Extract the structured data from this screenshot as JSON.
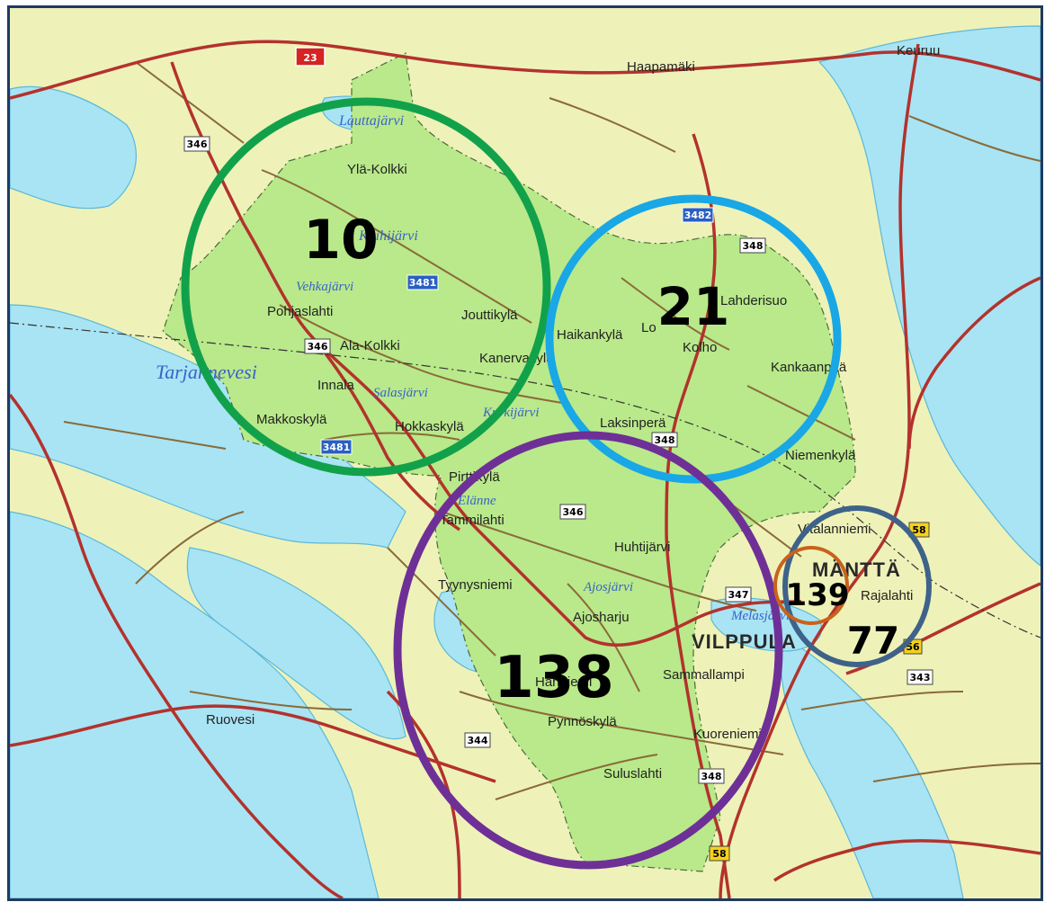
{
  "places": {
    "keuruu": "Keuruu",
    "haapamaki": "Haapamäki",
    "yla_kolkki": "Ylä-Kolkki",
    "pohjaslahti": "Pohjaslahti",
    "jouttikyla": "Jouttikylä",
    "ala_kolkki": "Ala-Kolkki",
    "innala": "Innala",
    "makkoskyla": "Makkoskylä",
    "hokkaskyla": "Hokkaskylä",
    "kanervakyla": "Kanervakylä",
    "haikankyla": "Haikankylä",
    "kolho": "Kolho",
    "lo": "Lo",
    "lahderisuo": "Lahderisuo",
    "kankaanpaa": "Kankaanpää",
    "laksinpera": "Laksinperä",
    "niemenkyla": "Niemenkylä",
    "pirttikyla": "Pirttikylä",
    "tammilahti": "Tammilahti",
    "huhtijarvi": "Huhtijärvi",
    "tyynysniemi": "Tyynysniemi",
    "ajosharju": "Ajosharju",
    "vilppula": "VILPPULA",
    "vitalanniemi": "Vitalanniemi",
    "mantta": "MÄNTTÄ",
    "rajalahti": "Rajalahti",
    "hanniemi": "Hanniemi",
    "sammallampi": "Sammallampi",
    "pynnoskyla": "Pynnöskylä",
    "kuoreniemi": "Kuoreniemi",
    "suluslahti": "Suluslahti",
    "ruovesi": "Ruovesi"
  },
  "lakes": {
    "lauttajarvi": "Lauttajärvi",
    "kaihijarvi": "Kaihijärvi",
    "vehkajarvi": "Vehkajärvi",
    "tarjannevesi": "Tarjannevesi",
    "salasjarvi": "Salasjärvi",
    "kurkijarvi": "Kurkijärvi",
    "elanne": "Elänne",
    "ajosjarvi": "Ajosjärvi",
    "melasjarvi": "Melasjärvi"
  },
  "road_shields": {
    "r23": "23",
    "r346a": "346",
    "r346b": "346",
    "r346c": "346",
    "r3481a": "3481",
    "r3481b": "3481",
    "r3482": "3482",
    "r348a": "348",
    "r348b": "348",
    "r348c": "348",
    "r347": "347",
    "r343": "343",
    "r344": "344",
    "r58a": "58",
    "r58b": "58",
    "r58c": "56"
  },
  "zones": {
    "green": {
      "count": "10",
      "color": "#12a14b"
    },
    "blue": {
      "count": "21",
      "color": "#19a7e6"
    },
    "purple": {
      "count": "138",
      "color": "#6e3096"
    },
    "slate": {
      "count": "77",
      "color": "#3e6289"
    },
    "orange": {
      "count": "139",
      "color": "#c8621c"
    }
  },
  "colors": {
    "water": "#a8e4f4",
    "land": "#eef2b8",
    "forest": "#b9e98a",
    "road": "#b3322d",
    "minor_road": "#8a6a3a",
    "frame": "#1f3a63"
  }
}
